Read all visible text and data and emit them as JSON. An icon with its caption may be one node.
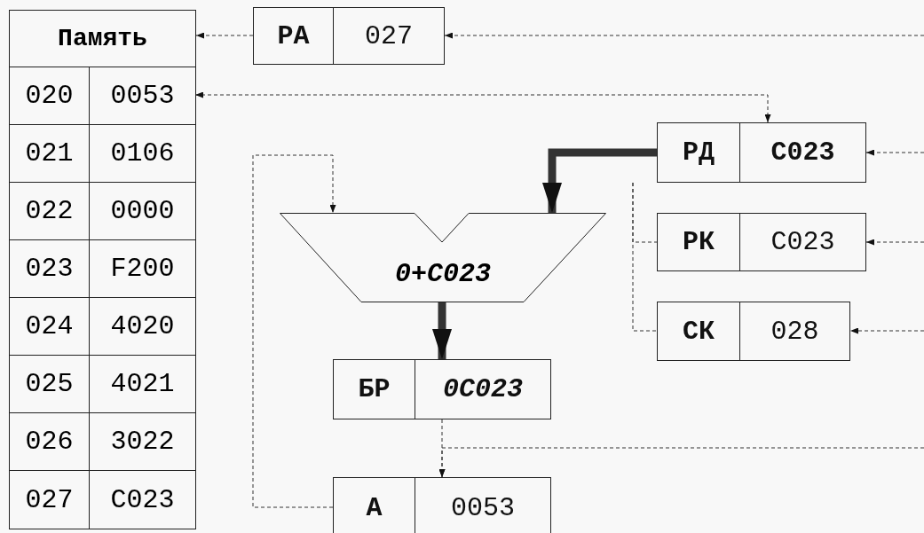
{
  "diagram": {
    "nodes": [
      {
        "text": [
          "Память"
        ]
      },
      {
        "text": [
          "020",
          "0053"
        ],
        "in": 0
      },
      {
        "text": [
          "021",
          "0106"
        ],
        "in": 0
      },
      {
        "text": [
          "022",
          "0000"
        ],
        "in": 0
      },
      {
        "text": [
          "023",
          "F200"
        ],
        "in": 0
      },
      {
        "text": [
          "024",
          "4020"
        ],
        "in": 0
      },
      {
        "text": [
          "025",
          "4021"
        ],
        "in": 0
      },
      {
        "text": [
          "026",
          "3022"
        ],
        "in": 0
      },
      {
        "text": [
          "027",
          "C023"
        ],
        "in": 0
      },
      {
        "text": [
          "РА",
          "027"
        ]
      },
      {
        "text": [
          "РД",
          "C023"
        ]
      },
      {
        "text": [
          "РК",
          "C023"
        ]
      },
      {
        "text": [
          "СК",
          "028"
        ]
      },
      {
        "text": [
          "0+C023"
        ]
      },
      {
        "text": [
          "БР",
          "0C023"
        ]
      },
      {
        "text": [
          "А",
          "0053"
        ]
      }
    ],
    "edges": [
      {
        "from": 9,
        "to": 0,
        "arrow": "to",
        "style": "dashed"
      },
      {
        "from": null,
        "to": 9,
        "arrow": "to",
        "style": "dashed"
      },
      {
        "from": 1,
        "to": 10,
        "arrow": "both",
        "style": "dashed"
      },
      {
        "from": null,
        "to": 10,
        "arrow": "to",
        "style": "dashed"
      },
      {
        "from": 10,
        "to": 13,
        "arrow": "to",
        "style": "thick"
      },
      {
        "from": 10,
        "to": 11,
        "arrow": "none",
        "style": "dashed"
      },
      {
        "from": 10,
        "to": 12,
        "arrow": "none",
        "style": "dashed"
      },
      {
        "from": null,
        "to": 11,
        "arrow": "to",
        "style": "dashed"
      },
      {
        "from": null,
        "to": 12,
        "arrow": "to",
        "style": "dashed"
      },
      {
        "from": 13,
        "to": 14,
        "arrow": "to",
        "style": "thick"
      },
      {
        "from": 14,
        "to": 15,
        "arrow": "to",
        "style": "dashed"
      },
      {
        "from": null,
        "to": 15,
        "arrow": "to",
        "style": "dashed"
      },
      {
        "from": 15,
        "to": 13,
        "arrow": "to",
        "style": "dashed"
      }
    ]
  }
}
